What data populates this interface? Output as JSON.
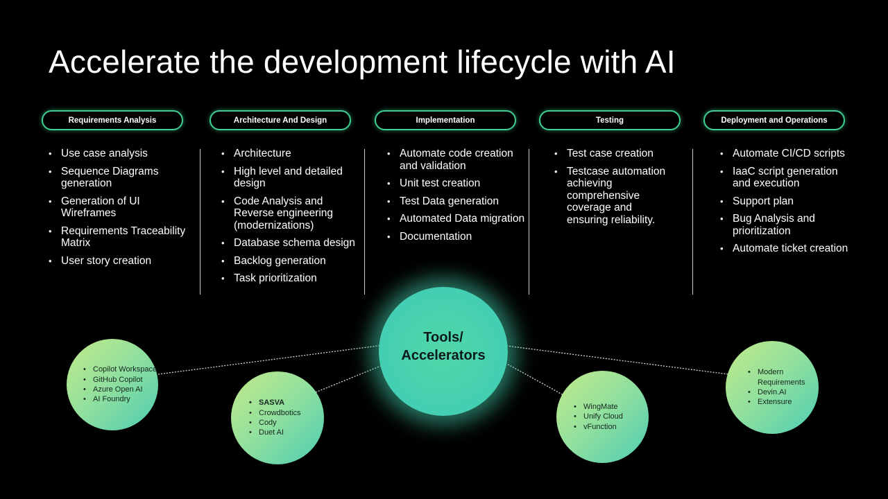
{
  "title": "Accelerate the development lifecycle with AI",
  "colors": {
    "background": "#000000",
    "pill_border": "#3fcf92",
    "hub": "#4cd3ac",
    "bubble_gradient": [
      "#c3eb8a",
      "#4ccdb3"
    ]
  },
  "phases": [
    {
      "label": "Requirements Analysis",
      "items": [
        "Use case analysis",
        "Sequence Diagrams generation",
        "Generation of UI Wireframes",
        "Requirements Traceability Matrix",
        "User story creation"
      ]
    },
    {
      "label": "Architecture And Design",
      "items": [
        "Architecture",
        "High level and detailed design",
        "Code Analysis and Reverse engineering (modernizations)",
        "Database schema design",
        "Backlog generation",
        "Task prioritization"
      ]
    },
    {
      "label": "Implementation",
      "items": [
        "Automate code creation and validation",
        "Unit test creation",
        "Test Data generation",
        "Automated Data migration",
        "Documentation"
      ]
    },
    {
      "label": "Testing",
      "items": [
        "Test case creation",
        "Testcase automation achieving comprehensive coverage and ensuring reliability."
      ]
    },
    {
      "label": "Deployment and Operations",
      "items": [
        "Automate CI/CD scripts",
        "IaaC script generation and execution",
        "Support plan",
        "Bug Analysis and prioritization",
        "Automate ticket creation"
      ]
    }
  ],
  "hub": {
    "label": "Tools/ Accelerators"
  },
  "tool_groups": [
    {
      "items": [
        "Copilot Workspace",
        "GitHub Copilot",
        "Azure Open AI",
        "AI Foundry"
      ]
    },
    {
      "items": [
        "SASVA",
        "Crowdbotics",
        "Cody",
        "Duet AI"
      ]
    },
    {
      "items": [
        "WingMate",
        "Unify Cloud",
        "vFunction"
      ]
    },
    {
      "items": [
        "Modern Requirements",
        "Devin.AI",
        "Extensure"
      ]
    }
  ]
}
